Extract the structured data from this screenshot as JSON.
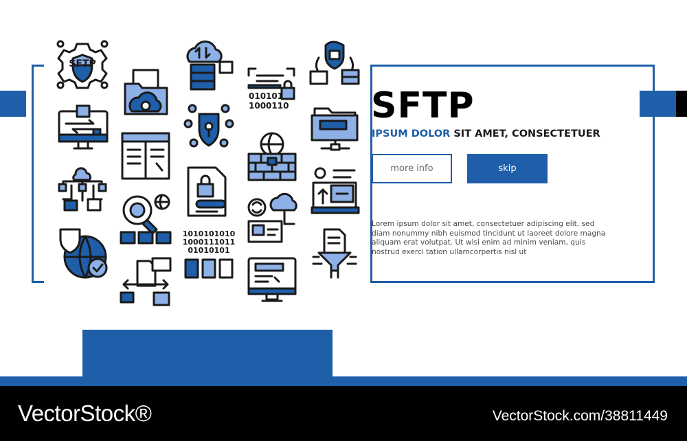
{
  "banner": {
    "title": "SFTP",
    "subtitle_highlight": "IPSUM DOLOR",
    "subtitle_rest": " SIT AMET, CONSECTETUER",
    "more_info_label": "more info",
    "skip_label": "skip",
    "lorem": "Lorem ipsum dolor sit amet, consectetuer adipiscing elit, sed diam nonummy nibh euismod tincidunt ut laoreet dolore magna aliquam erat volutpat. Ut wisi enim ad minim veniam, quis nostrud exerci tation ullamcorpertis nisl ut"
  },
  "icons": {
    "sftp_gear_label": "SFTP",
    "binary_line1": "010101",
    "binary_line2": "1000110",
    "binary_block1": "1010101010",
    "binary_block2": "1000111011",
    "binary_block3": "01010101"
  },
  "footer": {
    "logo": "VectorStock®",
    "image_id": "VectorStock.com/38811449"
  },
  "colors": {
    "accent": "#1f5ea8",
    "icon_fill": "#8db0e6",
    "footer_bg": "#000000"
  }
}
